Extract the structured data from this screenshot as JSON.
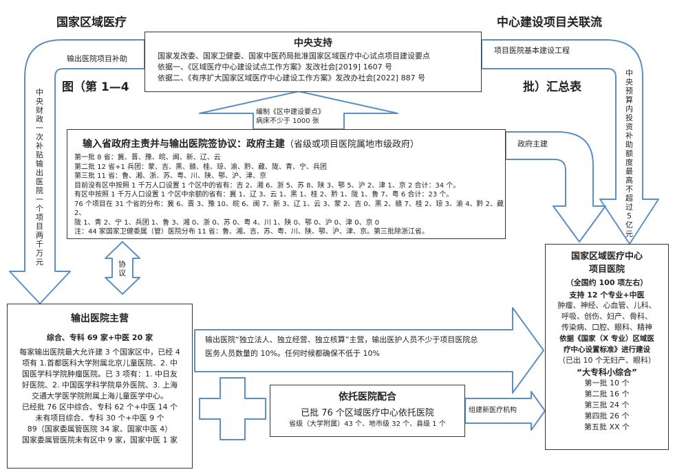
{
  "header": {
    "left_title": "国家区域医疗",
    "right_title": "中心建设项目关联流",
    "sub_left": "图（第 1—4",
    "sub_right": "批）汇总表"
  },
  "central": {
    "title": "中央支持",
    "line1": "国家发改委、国家卫健委、国家中医药局批准国家区域医疗中心试点项目建设要点",
    "line2": "依据一、《区域医疗中心建设试点工作方案》发改社会[2019] 1607 号",
    "line3": "依据二、《有序扩大国家区域医疗中心建设工作方案》发改办社会[2022] 887 号"
  },
  "arrows": {
    "left_top": "输出医院项目补助",
    "left_vertical": "中央财政一次补贴输出医院一个项目两千万元",
    "right_top": "项目医院基本建设工程",
    "right_vertical": "中央预算内投资补助额度最高不超过 5 亿元",
    "down_line1": "编制《区中建设要点》",
    "down_line2": "病床不少于 1000 张",
    "gov_lead": "政府主建",
    "agreement": "协议",
    "new_org": "组建新医疗机构"
  },
  "province": {
    "title": "输入省政府主责并与输出医院签协议：政府主建",
    "title_note": "（省级或项目医院属地市级政府）",
    "lines": [
      "第一批 8 省：冀、晋、豫、皖、闽、新、辽、云",
      "第二批 12 省+1 兵团：蒙、吉、黑、赣、桂、琼、渝、黔、藏、陇、青、宁、兵团",
      "第三批 11 省：鲁、湘、浙、苏、粤、川、陕、鄂、沪、津、京",
      "目前没有区中按照 1 千万人口设置 1 个区中的省有：吉 2、湘 6、浙 5、苏 8、陕 3、鄂 5、沪 2、津 1、京 2 合计：34 个。",
      "有区中按照 1 千万人口设置 1 个区中余额的省有：冀 1、辽 3、云 1、黑 1、桂 2、黔 1、陇 1、鲁 7、粤 6 合计：23 个。",
      "76 个项目在 31 个省的分布：冀 6、晋 3、豫 10、皖 6、闽 7、新 3、辽 1、云 3、蒙 2、吉 0、黑 2、赣 7、桂 2、琼 3、渝 4、黔 2、藏 2、",
      "陇 1、青 2、宁 1、兵团 1、鲁 3、湘 0、浙 0、苏 0、粤 4、川 1、陕 0、鄂 0、沪 0、津 0、京 0",
      "注：44 家国家卫健委属（管）医院分布 11 省：鲁、湘、吉、苏、粤、川、陕、鄂、沪、津、京。第三批除浙江省。"
    ]
  },
  "output": {
    "title": "输出医院主营",
    "subtitle": "综合、专科 69 家+中医 20 家",
    "lines": [
      "每家输出医院最大允许建 3 个国家区中，已经 4",
      "项有 1.首都医科大学附属北京儿童医院、2. 中",
      "国医学科学院肿瘤医院。已 3 项有：1. 中日友",
      "好医院、2. 中国医学科学院阜外医院、3. 上海",
      "交通大学医学院附属上海儿童医学中心。",
      "已经批 76 区中综合、专科 62 个+中医 14 个",
      "未有项目综合、专科 30 个+中医 9 个",
      "89（国家委属管医院 34 家、国家中医 4）",
      "国家委属管医院未有区中 9 家，国家中医 1 家"
    ]
  },
  "operation": {
    "line1": "输出医院“独立法人、独立经营、独立核算”主营，输出医护人员不少于项目医院总",
    "line2": "医务人员数量的 10%。任何时候都确保不低于 10%"
  },
  "depend": {
    "title": "依托医院配合",
    "line1": "已批 76 个区域医疗中心依托医院",
    "line2": "省级（大学附属）43 个、地市级 32 个、县级 1 个"
  },
  "center_box": {
    "title1": "国家区域医疗中心",
    "title2": "项目医院",
    "count": "（全国约 100 项左右）",
    "support": "支持 12 个专业+中医",
    "spec1": "肿瘤、神经、心血管、儿科、",
    "spec2": "呼吸、创伤、妇产、骨科、",
    "spec3": "传染病、口腔、眼科、精神",
    "basis1": "依据《国家（X 专业）区域医",
    "basis2": "疗中心设置标准》进行建设",
    "note": "（已出 10 个无妇产、眼科）",
    "motto": "“大专科小综合”",
    "batches": [
      "第一批 10 个",
      "第二批 16 个",
      "第三批 24 个",
      "第四批 26 个",
      "第五批 XX 个"
    ]
  }
}
